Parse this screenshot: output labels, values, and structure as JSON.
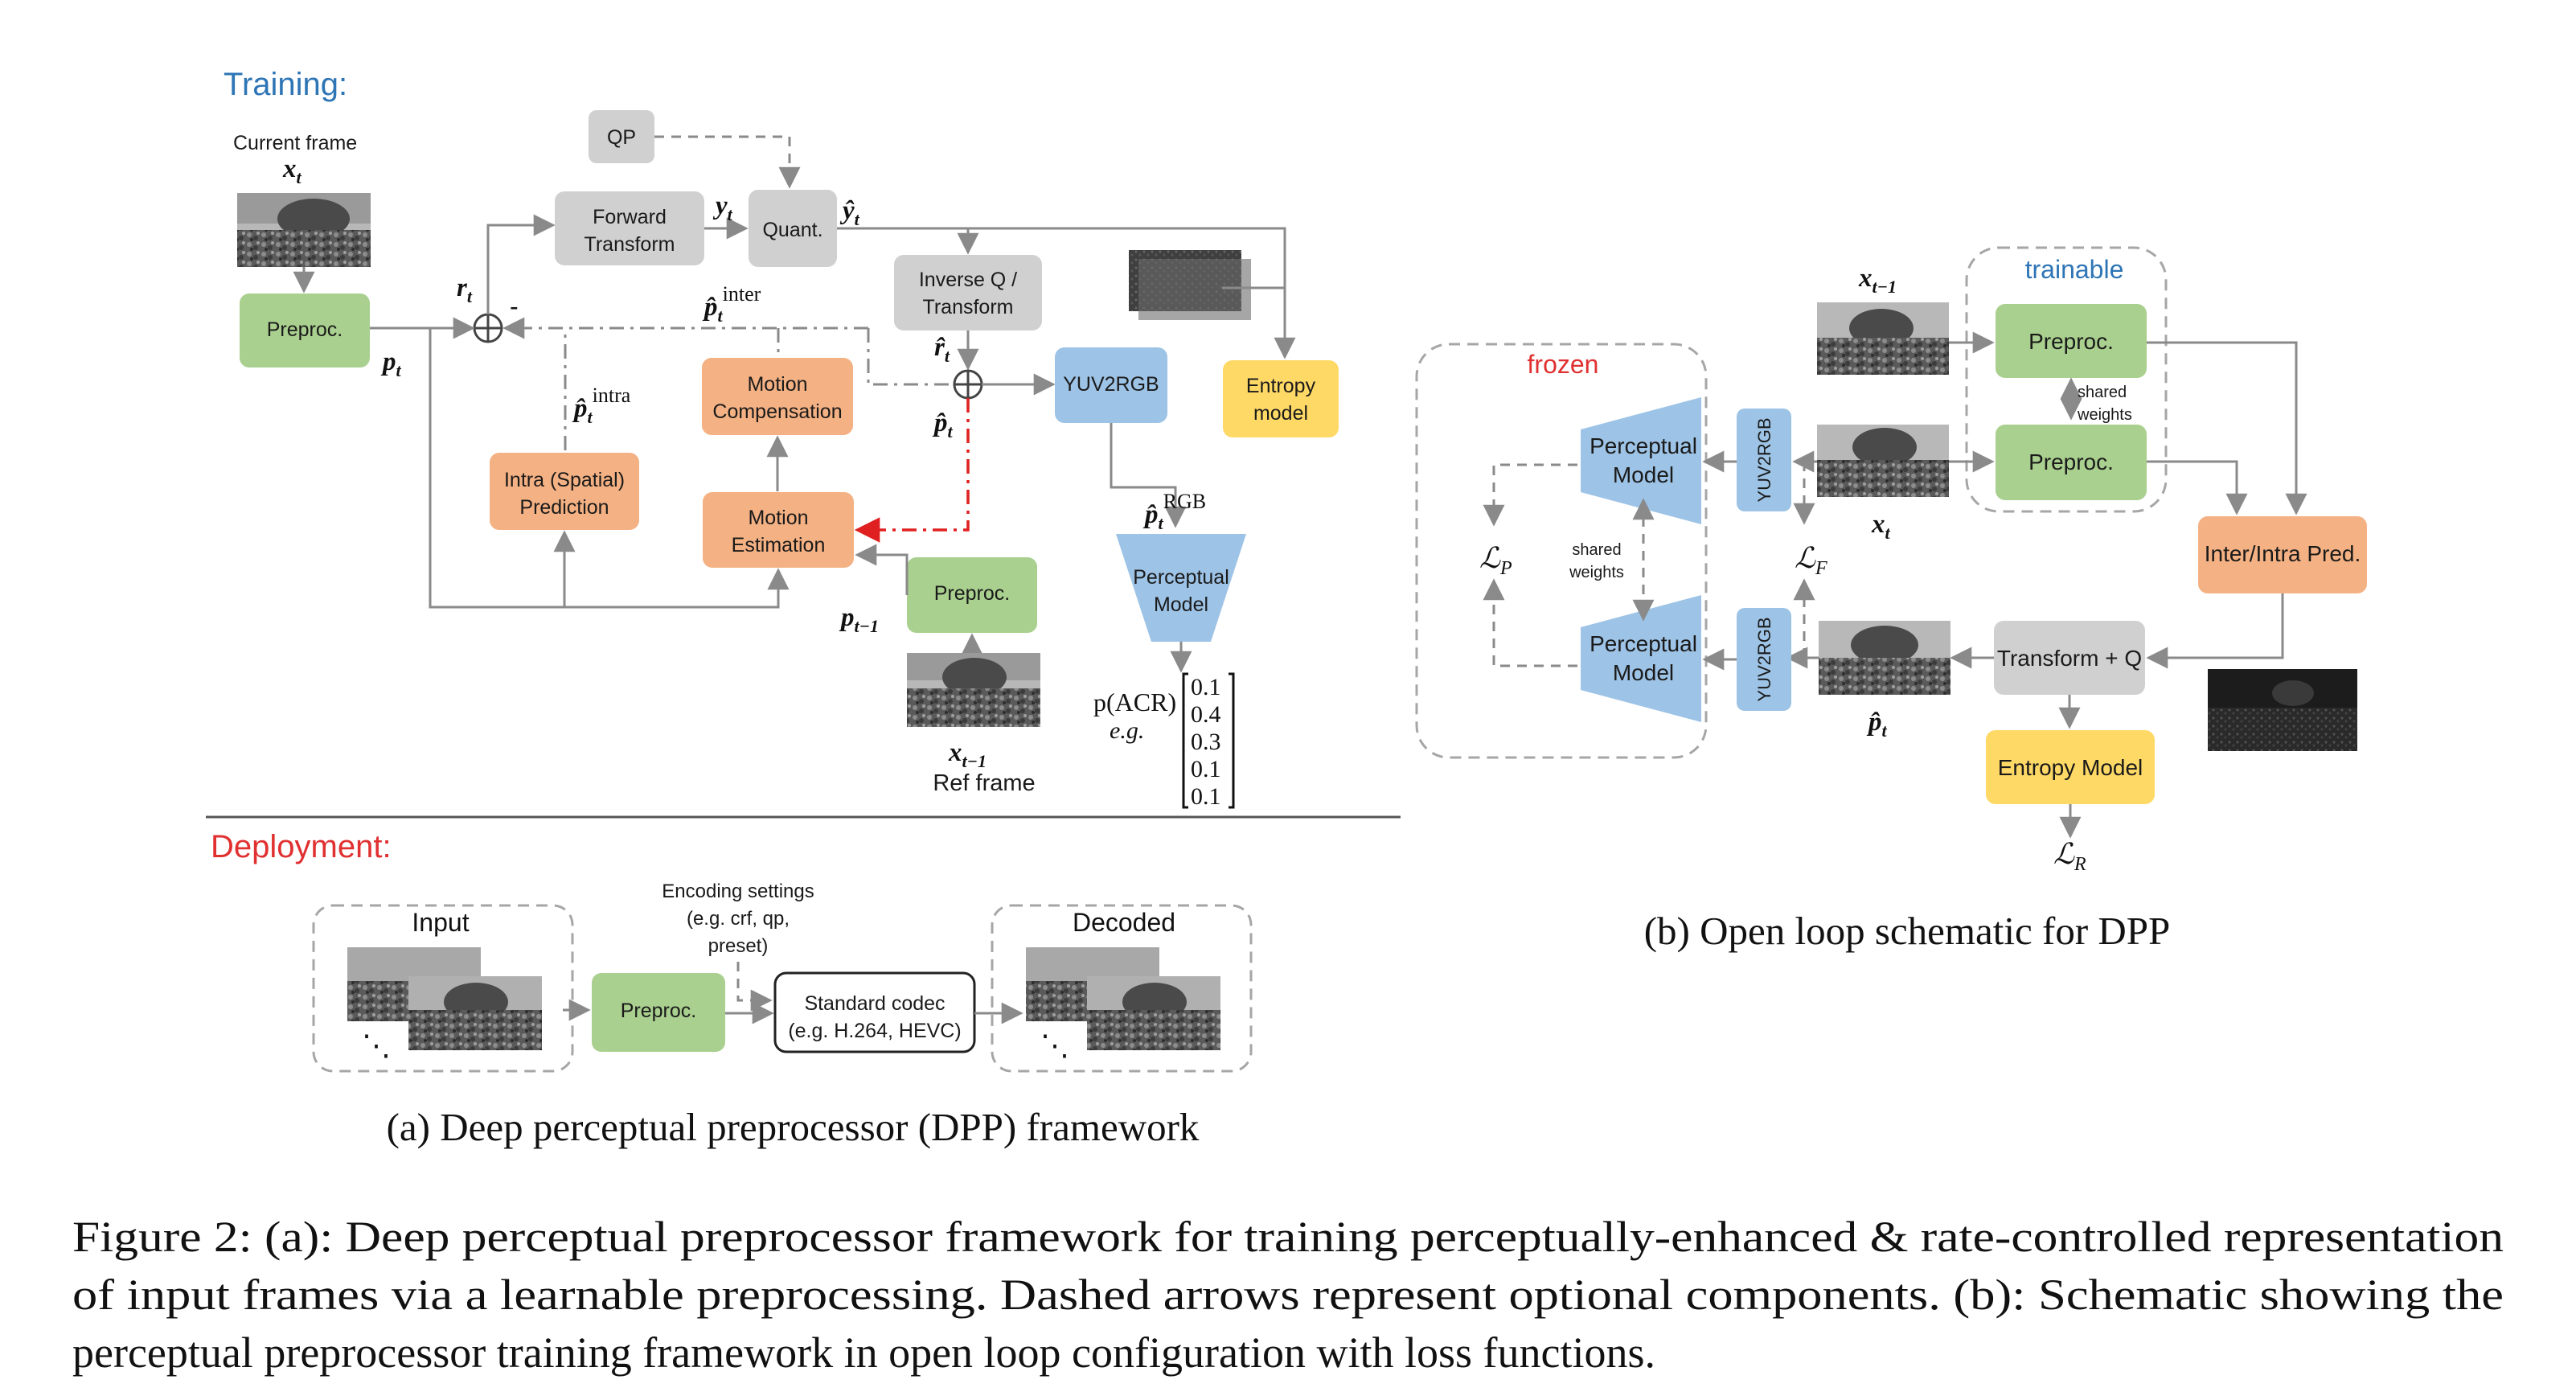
{
  "panel_a": {
    "training_title": "Training:",
    "deployment_title": "Deployment:",
    "training_title_color": "#2e75b6",
    "deployment_title_color": "#e03030",
    "current_frame_label": "Current frame",
    "current_frame_symbol": "x",
    "current_frame_sub": "t",
    "ref_frame_label": "Ref frame",
    "ref_frame_symbol": "x",
    "ref_frame_sub": "t−1",
    "boxes": {
      "preproc": "Preproc.",
      "qp": "QP",
      "forward_transform_1": "Forward",
      "forward_transform_2": "Transform",
      "quant": "Quant.",
      "inverse_q_1": "Inverse Q /",
      "inverse_q_2": "Transform",
      "motion_comp_1": "Motion",
      "motion_comp_2": "Compensation",
      "motion_est_1": "Motion",
      "motion_est_2": "Estimation",
      "intra_1": "Intra (Spatial)",
      "intra_2": "Prediction",
      "yuv2rgb": "YUV2RGB",
      "entropy_1": "Entropy",
      "entropy_2": "model",
      "perceptual_1": "Perceptual",
      "perceptual_2": "Model",
      "preproc_ref": "Preproc."
    },
    "symbols": {
      "r": "r",
      "r_sub": "t",
      "minus": "-",
      "p": "p",
      "p_sub": "t",
      "y": "y",
      "y_sub": "t",
      "yhat": "ŷ",
      "yhat_sub": "t",
      "pinter": "p̂",
      "pinter_sub": "t",
      "pinter_sup": "inter",
      "pintra": "p̂",
      "pintra_sub": "t",
      "pintra_sup": "intra",
      "rhat": "r̂",
      "rhat_sub": "t",
      "phat": "p̂",
      "phat_sub": "t",
      "prgb": "p̂",
      "prgb_sub": "t",
      "prgb_sup": "RGB",
      "pprev": "p",
      "pprev_sub": "t−1"
    },
    "acr_label": "p(ACR)",
    "eg_label": "e.g.",
    "acr_values": [
      "0.1",
      "0.4",
      "0.3",
      "0.1",
      "0.1"
    ],
    "deployment": {
      "input_label": "Input",
      "decoded_label": "Decoded",
      "preproc": "Preproc.",
      "enc_1": "Encoding settings",
      "enc_2": "(e.g. crf, qp,",
      "enc_3": "preset)",
      "codec_1": "Standard codec",
      "codec_2": "(e.g. H.264, HEVC)",
      "ellipsis": "⋱"
    },
    "caption": "(a) Deep perceptual preprocessor (DPP) framework"
  },
  "panel_b": {
    "frozen_label": "frozen",
    "trainable_label": "trainable",
    "frozen_color": "#e03030",
    "trainable_color": "#2e75b6",
    "x_prev": "x",
    "x_prev_sub": "t−1",
    "x_cur": "x",
    "x_cur_sub": "t",
    "p_hat": "p̂",
    "p_hat_sub": "t",
    "preproc_top": "Preproc.",
    "preproc_bottom": "Preproc.",
    "shared_1": "shared",
    "shared_2": "weights",
    "perceptual_1": "Perceptual",
    "perceptual_2": "Model",
    "yuv2rgb": "YUV2RGB",
    "inter_intra": "Inter/Intra Pred.",
    "transform_q": "Transform + Q",
    "entropy": "Entropy Model",
    "loss_p": "ℒ",
    "loss_p_sub": "P",
    "loss_f": "ℒ",
    "loss_f_sub": "F",
    "loss_r": "ℒ",
    "loss_r_sub": "R",
    "caption": "(b) Open loop schematic for DPP"
  },
  "figure_caption": {
    "line1": "Figure 2: (a): Deep perceptual preprocessor framework for training perceptually-enhanced & rate-controlled representation",
    "line2": "of input frames via a learnable preprocessing. Dashed arrows represent optional components. (b): Schematic showing the",
    "line3": "perceptual preprocessor training framework in open loop configuration with loss functions."
  },
  "colors": {
    "preproc_green": "#a9d08e",
    "codec_gray": "#d0d0d0",
    "motion_orange": "#f4b183",
    "entropy_yellow": "#ffd966",
    "perceptual_blue": "#9dc3e6"
  }
}
